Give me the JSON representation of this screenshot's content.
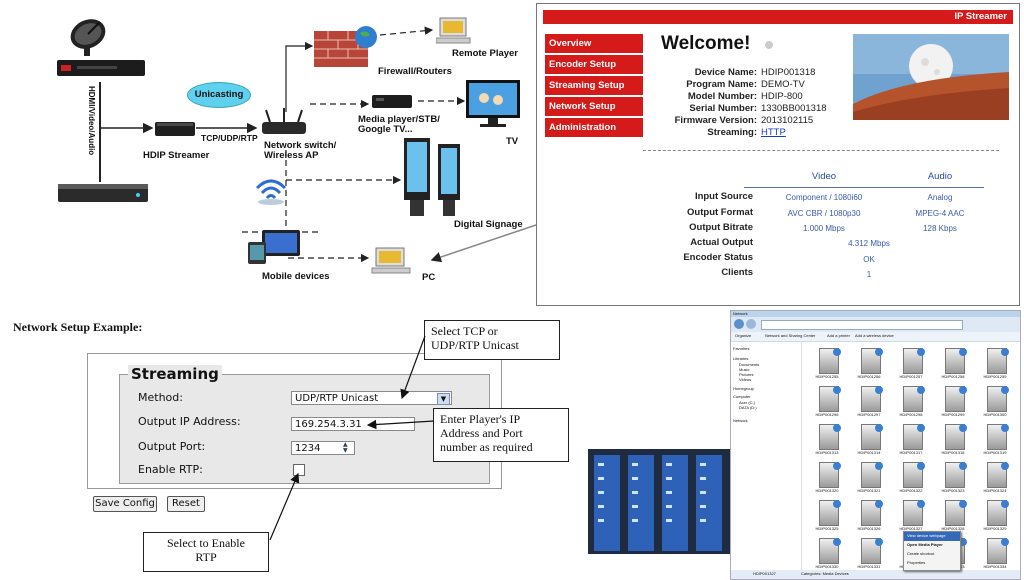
{
  "diagram": {
    "remote_player": "Remote Player",
    "firewall": "Firewall/Routers",
    "unicasting": "Unicasting",
    "media_player": "Media player/STB/\nGoogle TV...",
    "tv": "TV",
    "hdip_streamer": "HDIP Streamer",
    "protocols": "TCP/UDP/RTP",
    "switch": "Network switch/\nWireless AP",
    "sources": "HDMI/Video/Audio",
    "digital_signage": "Digital Signage",
    "mobile": "Mobile devices",
    "pc": "PC"
  },
  "webui": {
    "banner": "IP Streamer",
    "nav": [
      "Overview",
      "Encoder Setup",
      "Streaming Setup",
      "Network Setup",
      "Administration"
    ],
    "welcome": "Welcome!",
    "device_info": [
      {
        "label": "Device Name:",
        "value": "HDIP001318"
      },
      {
        "label": "Program Name:",
        "value": "DEMO-TV"
      },
      {
        "label": "Model Number:",
        "value": "HDIP-800"
      },
      {
        "label": "Serial Number:",
        "value": "1330BB001318"
      },
      {
        "label": "Firmware Version:",
        "value": "2013102115"
      },
      {
        "label": "Streaming:",
        "value": "HTTP"
      }
    ],
    "col_video": "Video",
    "col_audio": "Audio",
    "status_rows": [
      {
        "label": "Input Source",
        "video": "Component / 1080i60",
        "audio": "Analog"
      },
      {
        "label": "Output Format",
        "video": "AVC CBR / 1080p30",
        "audio": "MPEG-4 AAC"
      },
      {
        "label": "Output Bitrate",
        "video": "1.000 Mbps",
        "audio": "128 Kbps"
      },
      {
        "label": "Actual Output",
        "value": "4.312 Mbps"
      },
      {
        "label": "Encoder Status",
        "value": "OK"
      },
      {
        "label": "Clients",
        "value": "1"
      }
    ]
  },
  "network_setup": {
    "title": "Network Setup Example:",
    "legend": "Streaming",
    "method_label": "Method:",
    "method_value": "UDP/RTP Unicast",
    "ip_label": "Output IP Address:",
    "ip_value": "169.254.3.31",
    "port_label": "Output Port:",
    "port_value": "1234",
    "rtp_label": "Enable RTP:",
    "save_label": "Save Config",
    "reset_label": "Reset",
    "callout_method": "Select TCP or\nUDP/RTP Unicast",
    "callout_ip": "Enter Player's IP\nAddress and Port\nnumber as required",
    "callout_rtp": "Select to Enable\nRTP"
  },
  "explorer": {
    "address": "Network",
    "toolbar": [
      "Organize",
      "Network and Sharing Center",
      "Add a printer",
      "Add a wireless device"
    ],
    "sidebar": [
      "Favorites",
      "Libraries",
      "Documents",
      "Music",
      "Pictures",
      "Videos",
      "Homegroup",
      "Computer",
      "Acer (C:)",
      "DATA (D:)",
      "Network"
    ],
    "device_labels": [
      "HDIP001255",
      "HDIP001256",
      "HDIP001257",
      "HDIP001258",
      "HDIP001259",
      "HDIP001296",
      "HDIP001297",
      "HDIP001298",
      "HDIP001299",
      "HDIP001300",
      "HDIP001313",
      "HDIP001314",
      "HDIP001317",
      "HDIP001318",
      "HDIP001319",
      "HDIP001320",
      "HDIP001321",
      "HDIP001322",
      "HDIP001323",
      "HDIP001324",
      "HDIP001325",
      "HDIP001326",
      "HDIP001327",
      "HDIP001328",
      "HDIP001329",
      "HDIP001330",
      "HDIP001331",
      "HDIP001332",
      "HDIP001333",
      "HDIP001334"
    ],
    "context_menu": [
      "View device webpage",
      "Open Media Player",
      "Create shortcut",
      "Properties"
    ],
    "status_name": "HDIP001327",
    "status_category": "Categories: Media Devices"
  },
  "colors": {
    "brand_red": "#d51a1a",
    "link_blue": "#1a3fb0",
    "value_blue": "#3a5aa8"
  }
}
